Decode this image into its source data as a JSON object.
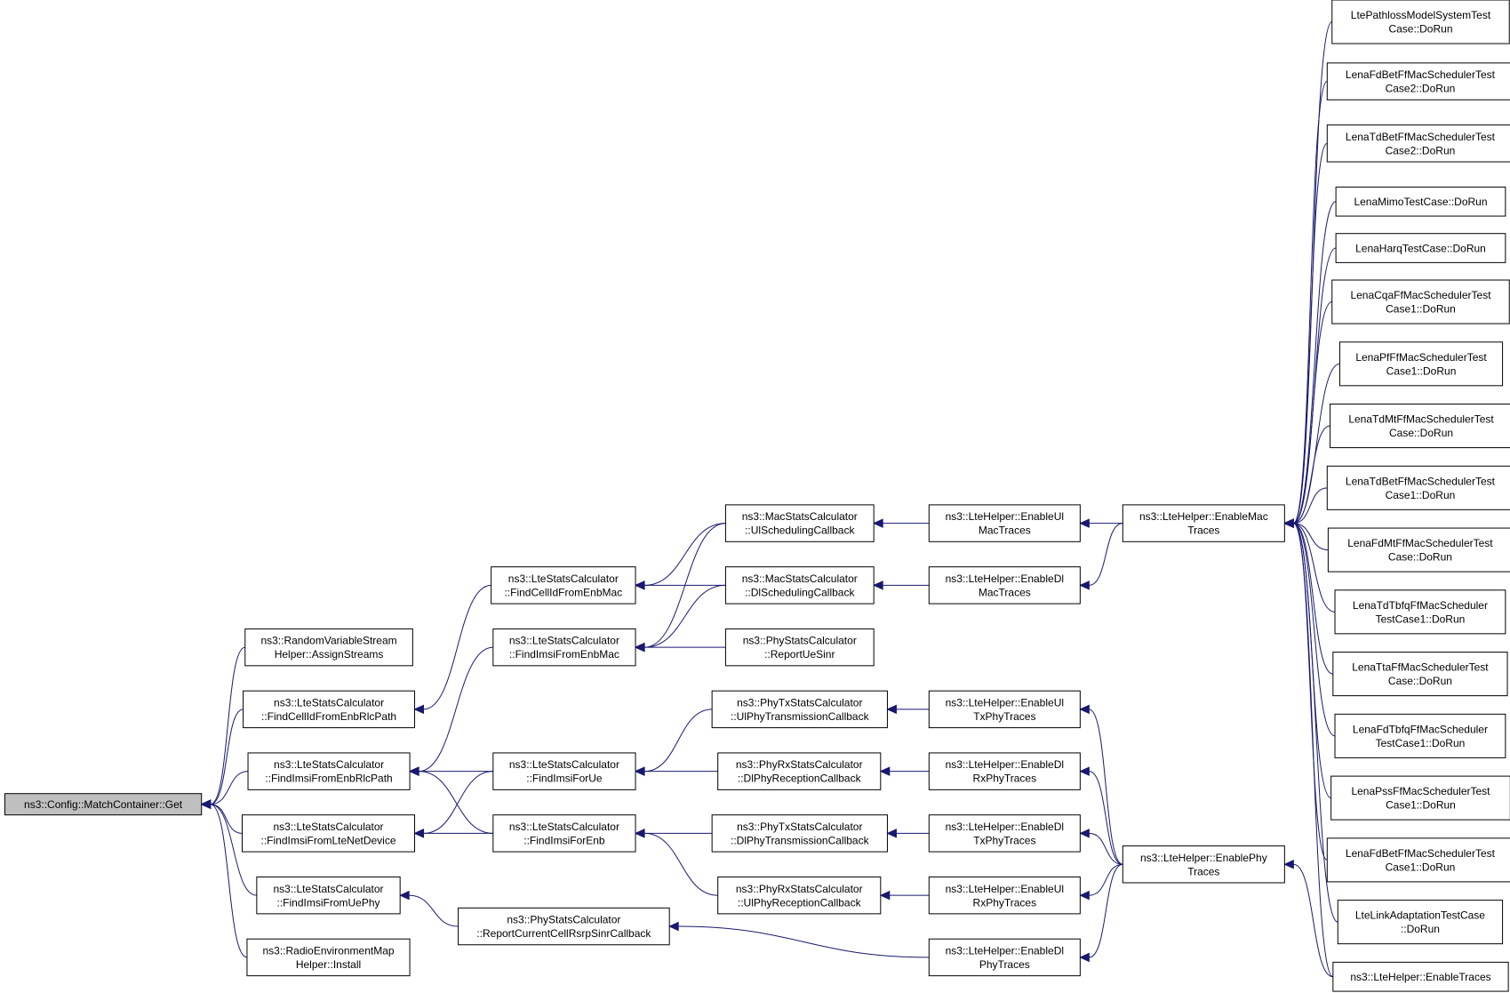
{
  "diagram": {
    "colors": {
      "edge": "#191970",
      "focus_fill": "#bfbfbf",
      "node_fill": "#ffffff",
      "node_border": "#000000"
    },
    "nodes": [
      {
        "id": "get",
        "lines": [
          "ns3::Config::MatchContainer::Get"
        ],
        "focus": true
      },
      {
        "id": "assign",
        "lines": [
          "ns3::RandomVariableStream",
          "Helper::AssignStreams"
        ]
      },
      {
        "id": "fcellrlc",
        "lines": [
          "ns3::LteStatsCalculator",
          "::FindCellIdFromEnbRlcPath"
        ]
      },
      {
        "id": "fimsirlc",
        "lines": [
          "ns3::LteStatsCalculator",
          "::FindImsiFromEnbRlcPath"
        ]
      },
      {
        "id": "fimsilte",
        "lines": [
          "ns3::LteStatsCalculator",
          "::FindImsiFromLteNetDevice"
        ]
      },
      {
        "id": "fimsiuephy",
        "lines": [
          "ns3::LteStatsCalculator",
          "::FindImsiFromUePhy"
        ]
      },
      {
        "id": "rem",
        "lines": [
          "ns3::RadioEnvironmentMap",
          "Helper::Install"
        ]
      },
      {
        "id": "fcellmac",
        "lines": [
          "ns3::LteStatsCalculator",
          "::FindCellIdFromEnbMac"
        ]
      },
      {
        "id": "fimsimac",
        "lines": [
          "ns3::LteStatsCalculator",
          "::FindImsiFromEnbMac"
        ]
      },
      {
        "id": "fimsiue",
        "lines": [
          "ns3::LteStatsCalculator",
          "::FindImsiForUe"
        ]
      },
      {
        "id": "fimsienb",
        "lines": [
          "ns3::LteStatsCalculator",
          "::FindImsiForEnb"
        ]
      },
      {
        "id": "rcrsrp",
        "lines": [
          "ns3::PhyStatsCalculator",
          "::ReportCurrentCellRsrpSinrCallback"
        ]
      },
      {
        "id": "ulsched",
        "lines": [
          "ns3::MacStatsCalculator",
          "::UlSchedulingCallback"
        ]
      },
      {
        "id": "dlsched",
        "lines": [
          "ns3::MacStatsCalculator",
          "::DlSchedulingCallback"
        ]
      },
      {
        "id": "rues",
        "lines": [
          "ns3::PhyStatsCalculator",
          "::ReportUeSinr"
        ]
      },
      {
        "id": "ultx",
        "lines": [
          "ns3::PhyTxStatsCalculator",
          "::UlPhyTransmissionCallback"
        ]
      },
      {
        "id": "dlrx",
        "lines": [
          "ns3::PhyRxStatsCalculator",
          "::DlPhyReceptionCallback"
        ]
      },
      {
        "id": "dltx",
        "lines": [
          "ns3::PhyTxStatsCalculator",
          "::DlPhyTransmissionCallback"
        ]
      },
      {
        "id": "ulrx",
        "lines": [
          "ns3::PhyRxStatsCalculator",
          "::UlPhyReceptionCallback"
        ]
      },
      {
        "id": "enulmac",
        "lines": [
          "ns3::LteHelper::EnableUl",
          "MacTraces"
        ]
      },
      {
        "id": "endlmac",
        "lines": [
          "ns3::LteHelper::EnableDl",
          "MacTraces"
        ]
      },
      {
        "id": "enultx",
        "lines": [
          "ns3::LteHelper::EnableUl",
          "TxPhyTraces"
        ]
      },
      {
        "id": "endlrx",
        "lines": [
          "ns3::LteHelper::EnableDl",
          "RxPhyTraces"
        ]
      },
      {
        "id": "endltx",
        "lines": [
          "ns3::LteHelper::EnableDl",
          "TxPhyTraces"
        ]
      },
      {
        "id": "enulrx",
        "lines": [
          "ns3::LteHelper::EnableUl",
          "RxPhyTraces"
        ]
      },
      {
        "id": "endlphy",
        "lines": [
          "ns3::LteHelper::EnableDl",
          "PhyTraces"
        ]
      },
      {
        "id": "enmac",
        "lines": [
          "ns3::LteHelper::EnableMac",
          "Traces"
        ]
      },
      {
        "id": "enphy",
        "lines": [
          "ns3::LteHelper::EnablePhy",
          "Traces"
        ]
      },
      {
        "id": "t1",
        "lines": [
          "LtePathlossModelSystemTest",
          "Case::DoRun"
        ]
      },
      {
        "id": "t2",
        "lines": [
          "LenaFdBetFfMacSchedulerTest",
          "Case2::DoRun"
        ]
      },
      {
        "id": "t3",
        "lines": [
          "LenaTdBetFfMacSchedulerTest",
          "Case2::DoRun"
        ]
      },
      {
        "id": "t4",
        "lines": [
          "LenaMimoTestCase::DoRun"
        ]
      },
      {
        "id": "t5",
        "lines": [
          "LenaHarqTestCase::DoRun"
        ]
      },
      {
        "id": "t6",
        "lines": [
          "LenaCqaFfMacSchedulerTest",
          "Case1::DoRun"
        ]
      },
      {
        "id": "t7",
        "lines": [
          "LenaPfFfMacSchedulerTest",
          "Case1::DoRun"
        ]
      },
      {
        "id": "t8",
        "lines": [
          "LenaTdMtFfMacSchedulerTest",
          "Case::DoRun"
        ]
      },
      {
        "id": "t9",
        "lines": [
          "LenaTdBetFfMacSchedulerTest",
          "Case1::DoRun"
        ]
      },
      {
        "id": "t10",
        "lines": [
          "LenaFdMtFfMacSchedulerTest",
          "Case::DoRun"
        ]
      },
      {
        "id": "t11",
        "lines": [
          "LenaTdTbfqFfMacScheduler",
          "TestCase1::DoRun"
        ]
      },
      {
        "id": "t12",
        "lines": [
          "LenaTtaFfMacSchedulerTest",
          "Case::DoRun"
        ]
      },
      {
        "id": "t13",
        "lines": [
          "LenaFdTbfqFfMacScheduler",
          "TestCase1::DoRun"
        ]
      },
      {
        "id": "t14",
        "lines": [
          "LenaPssFfMacSchedulerTest",
          "Case1::DoRun"
        ]
      },
      {
        "id": "t15",
        "lines": [
          "LenaFdBetFfMacSchedulerTest",
          "Case1::DoRun"
        ]
      },
      {
        "id": "t16",
        "lines": [
          "LteLinkAdaptationTestCase",
          "::DoRun"
        ]
      },
      {
        "id": "entraces",
        "lines": [
          "ns3::LteHelper::EnableTraces"
        ]
      }
    ],
    "edges": [
      [
        "assign",
        "get"
      ],
      [
        "fcellrlc",
        "get"
      ],
      [
        "fimsirlc",
        "get"
      ],
      [
        "fimsilte",
        "get"
      ],
      [
        "fimsiuephy",
        "get"
      ],
      [
        "rem",
        "get"
      ],
      [
        "fcellmac",
        "fcellrlc"
      ],
      [
        "fimsimac",
        "fimsirlc"
      ],
      [
        "fimsiue",
        "fimsirlc"
      ],
      [
        "fimsienb",
        "fimsirlc"
      ],
      [
        "fimsiue",
        "fimsilte"
      ],
      [
        "fimsienb",
        "fimsilte"
      ],
      [
        "rcrsrp",
        "fimsiuephy"
      ],
      [
        "ulsched",
        "fcellmac"
      ],
      [
        "dlsched",
        "fcellmac"
      ],
      [
        "ulsched",
        "fimsimac"
      ],
      [
        "dlsched",
        "fimsimac"
      ],
      [
        "rues",
        "fimsimac"
      ],
      [
        "ultx",
        "fimsiue"
      ],
      [
        "dlrx",
        "fimsiue"
      ],
      [
        "dltx",
        "fimsienb"
      ],
      [
        "ulrx",
        "fimsienb"
      ],
      [
        "endlphy",
        "rcrsrp"
      ],
      [
        "enulmac",
        "ulsched"
      ],
      [
        "endlmac",
        "dlsched"
      ],
      [
        "enultx",
        "ultx"
      ],
      [
        "endlrx",
        "dlrx"
      ],
      [
        "endltx",
        "dltx"
      ],
      [
        "enulrx",
        "ulrx"
      ],
      [
        "enmac",
        "enulmac"
      ],
      [
        "enmac",
        "endlmac"
      ],
      [
        "enphy",
        "enultx"
      ],
      [
        "enphy",
        "endlrx"
      ],
      [
        "enphy",
        "endltx"
      ],
      [
        "enphy",
        "enulrx"
      ],
      [
        "enphy",
        "endlphy"
      ],
      [
        "t1",
        "enmac"
      ],
      [
        "t2",
        "enmac"
      ],
      [
        "t3",
        "enmac"
      ],
      [
        "t4",
        "enmac"
      ],
      [
        "t5",
        "enmac"
      ],
      [
        "t6",
        "enmac"
      ],
      [
        "t7",
        "enmac"
      ],
      [
        "t8",
        "enmac"
      ],
      [
        "t9",
        "enmac"
      ],
      [
        "t10",
        "enmac"
      ],
      [
        "t11",
        "enmac"
      ],
      [
        "t12",
        "enmac"
      ],
      [
        "t13",
        "enmac"
      ],
      [
        "t14",
        "enmac"
      ],
      [
        "t15",
        "enmac"
      ],
      [
        "t16",
        "enmac"
      ],
      [
        "entraces",
        "enmac"
      ],
      [
        "entraces",
        "enphy"
      ]
    ]
  }
}
